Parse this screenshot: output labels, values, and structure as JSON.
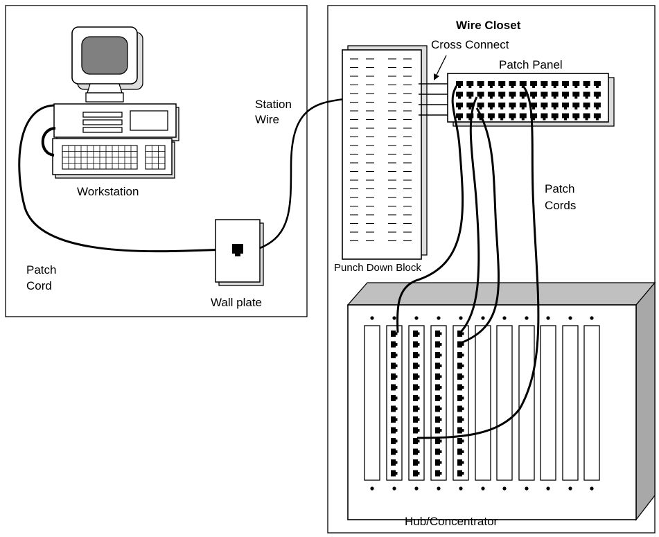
{
  "labels": {
    "workstation": "Workstation",
    "patch_cord_line1": "Patch",
    "patch_cord_line2": "Cord",
    "wall_plate": "Wall plate",
    "station_wire_line1": "Station",
    "station_wire_line2": "Wire",
    "wire_closet": "Wire Closet",
    "cross_connect": "Cross Connect",
    "patch_panel": "Patch Panel",
    "patch_cords_line1": "Patch",
    "patch_cords_line2": "Cords",
    "punch_down_block": "Punch Down Block",
    "hub_concentrator": "Hub/Concentrator"
  },
  "colors": {
    "stroke": "#000000",
    "background": "#ffffff",
    "monitor_screen": "#808080",
    "hub_body": "#c0c0c0"
  }
}
